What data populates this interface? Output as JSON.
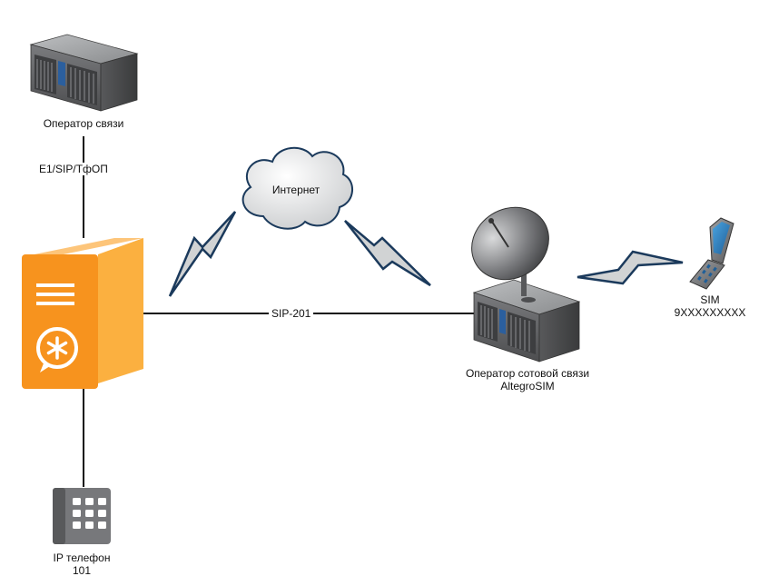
{
  "nodes": {
    "operator": {
      "label": "Оператор связи"
    },
    "internet": {
      "label": "Интернет"
    },
    "cellular": {
      "label_line1": "Оператор сотовой связи",
      "label_line2": "AltegroSIM"
    },
    "sim": {
      "label_line1": "SIM",
      "label_line2": "9XXXXXXXXX"
    },
    "ip_phone": {
      "label_line1": "IP телефон",
      "label_line2": "101"
    }
  },
  "links": {
    "operator_pbx": "E1/SIP/ТфОП",
    "pbx_cellular": "SIP-201"
  },
  "colors": {
    "pbx_front": "#f7931e",
    "pbx_side": "#fbb040",
    "server_body": "#6d6e71",
    "bolt_fill": "#d1d3d4",
    "bolt_stroke": "#1b3a5c"
  }
}
